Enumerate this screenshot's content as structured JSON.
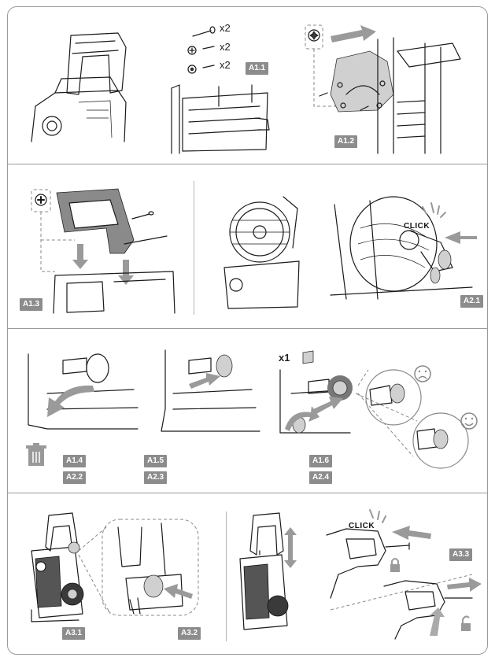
{
  "steps": {
    "a1_1": "A1.1",
    "a1_2": "A1.2",
    "a1_3": "A1.3",
    "a2_1": "A2.1",
    "a1_4": "A1.4",
    "a2_2": "A2.2",
    "a1_5": "A1.5",
    "a2_3": "A2.3",
    "a1_6": "A1.6",
    "a2_4": "A2.4",
    "a3_1": "A3.1",
    "a3_2": "A3.2",
    "a3_3": "A3.3"
  },
  "quantities": {
    "bolt_long": "x2",
    "screw_phillips": "x2",
    "screw_torx": "x2",
    "connector": "x1"
  },
  "click_labels": {
    "hose_reel": "CLICK",
    "trigger_gun": "CLICK"
  },
  "icons": {
    "a1_2_tool": "torx-screwdriver-icon",
    "a1_3_tool": "phillips-screwdriver-icon",
    "a1_4_waste": "trash-bin-icon",
    "sad": "sad-face-icon",
    "happy": "happy-face-icon",
    "lock": "lock-closed-icon",
    "unlock": "lock-open-icon"
  },
  "colors": {
    "frame": "#9a9a9a",
    "label_bg": "#8c8c8c",
    "label_text": "#ffffff",
    "arrow": "#9a9a9a"
  }
}
